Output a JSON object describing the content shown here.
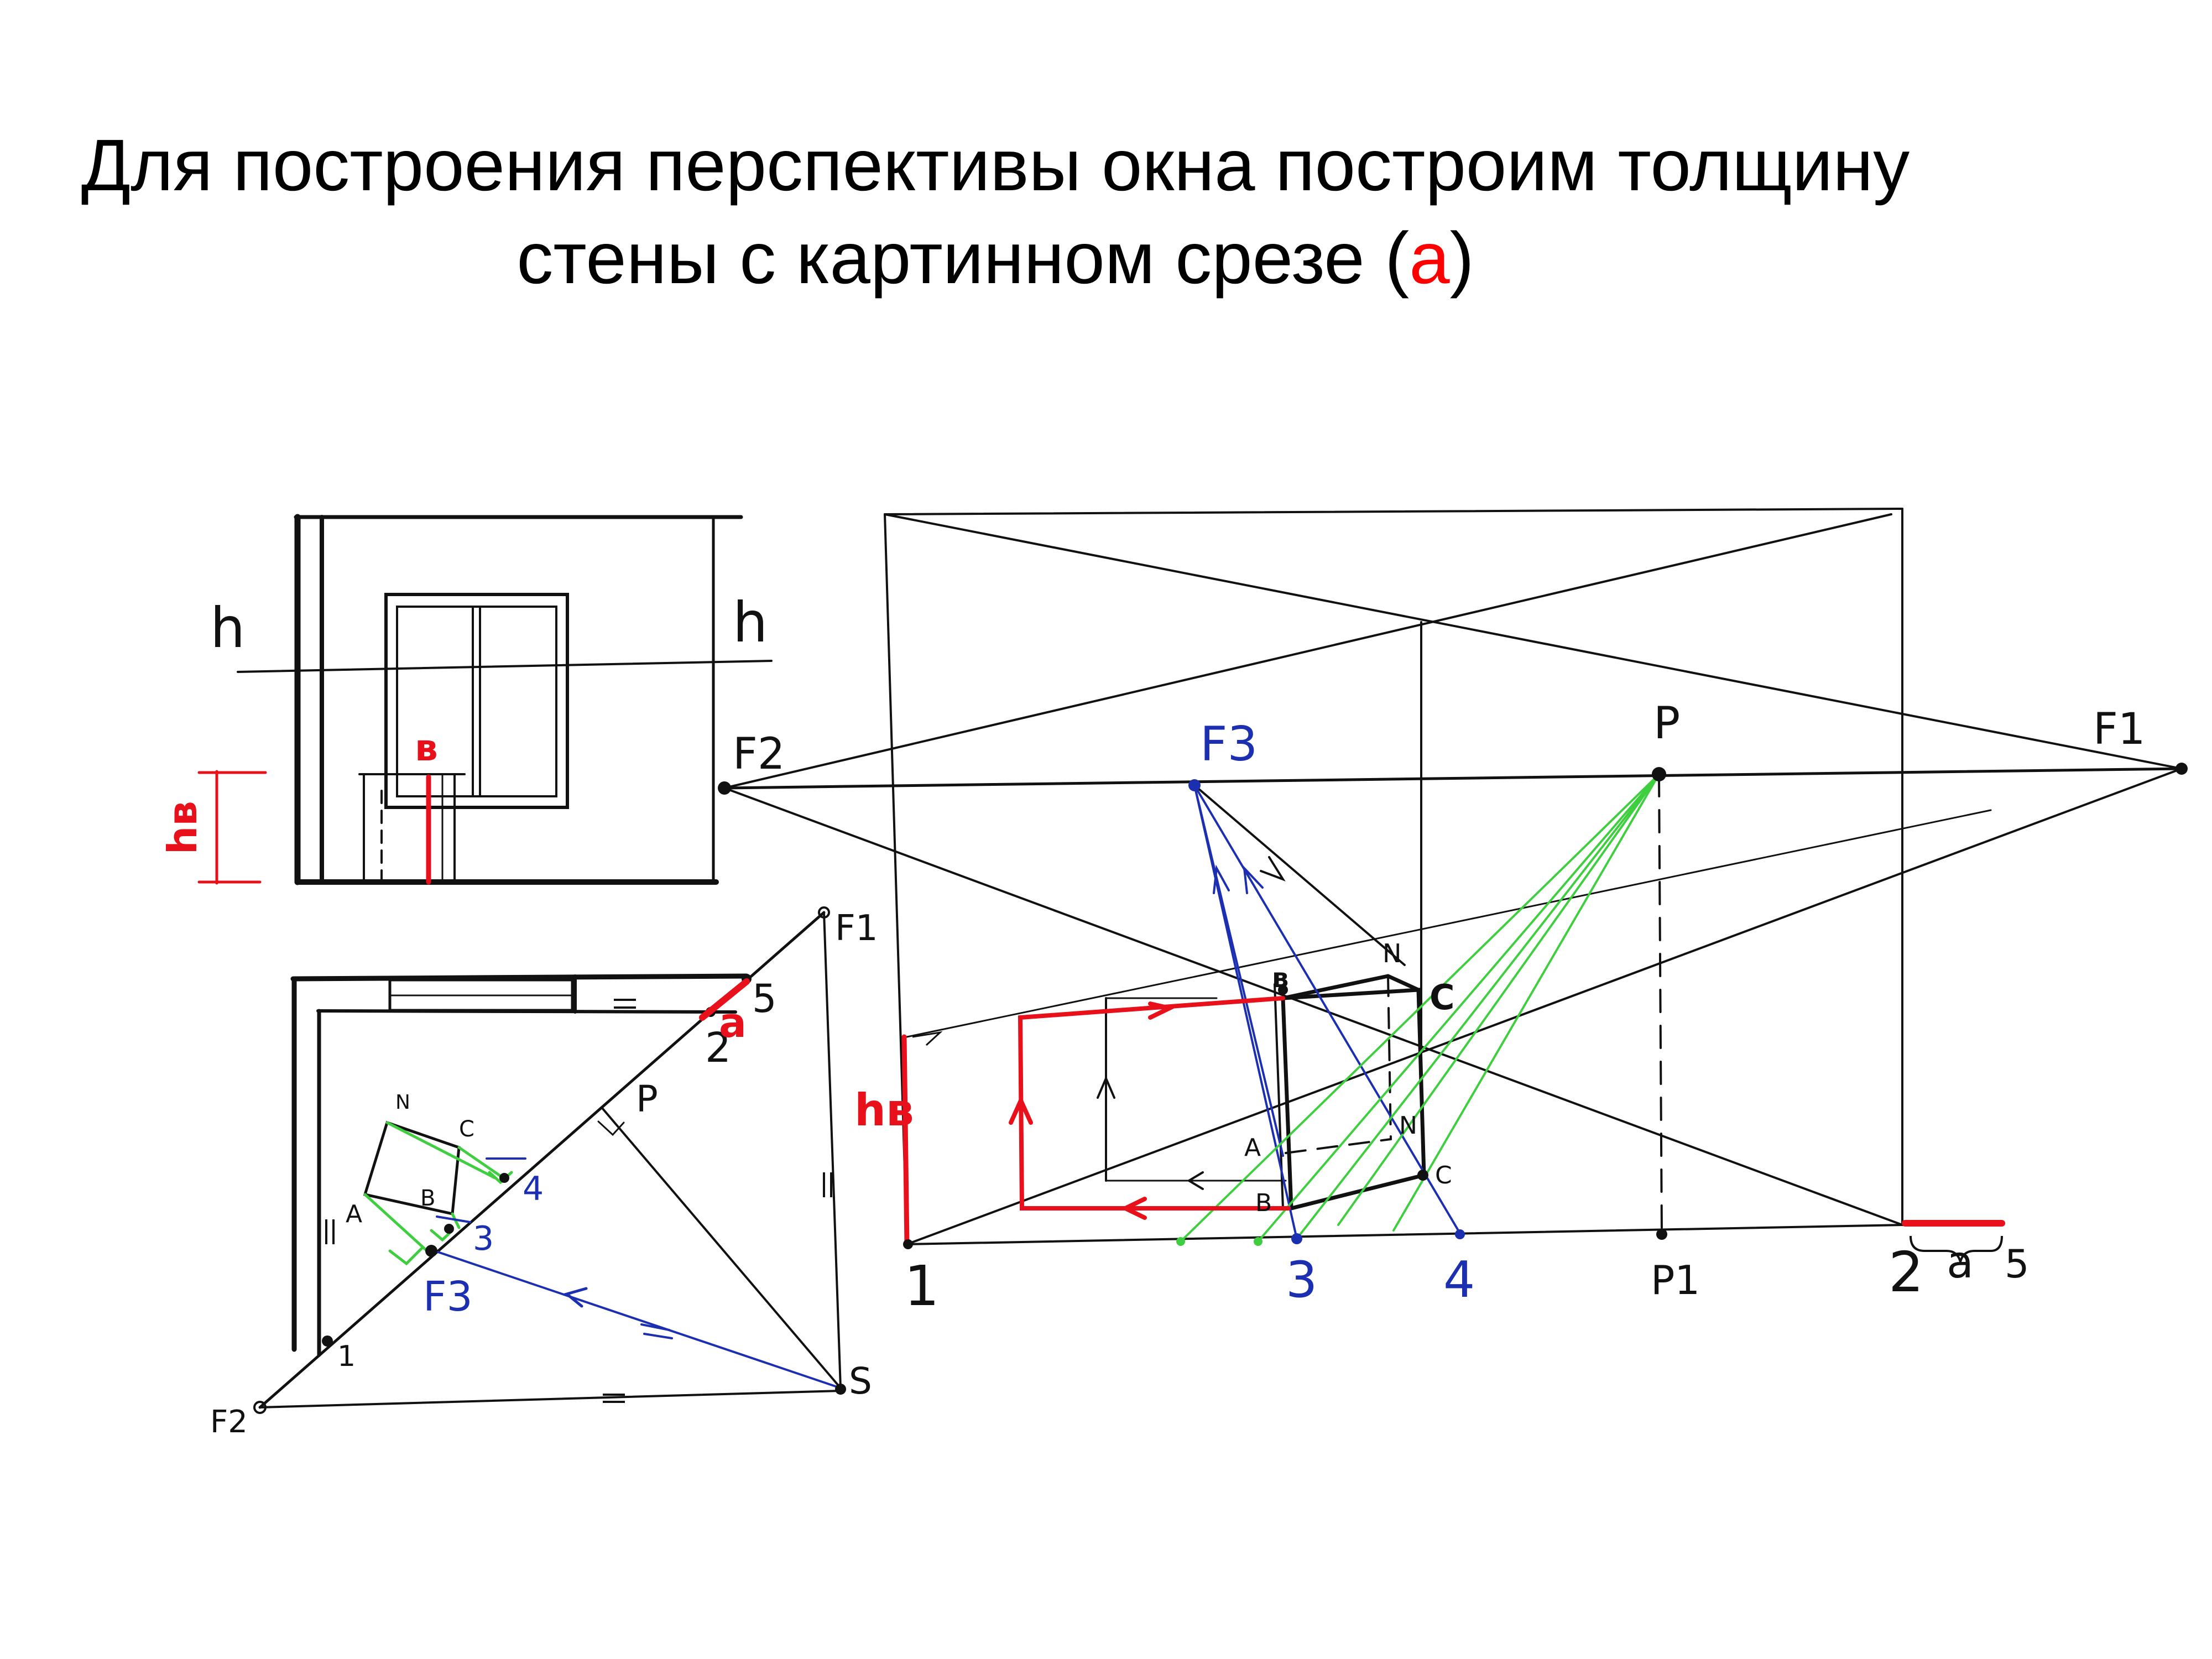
{
  "title": {
    "line1": "Для построения перспективы окна построим толщину",
    "line2_start": "стены с картинном срезе (",
    "line2_red": "а",
    "line2_end": ")"
  },
  "colors": {
    "ink": "#111111",
    "red": "#e8101a",
    "blue": "#1b2fb0",
    "green": "#3fce3f"
  },
  "labels": {
    "elevation": {
      "h_left": "h",
      "h_right": "h",
      "hb": "hв",
      "b": "в"
    },
    "plan": {
      "f1": "F1",
      "f2": "F2",
      "f3": "F3",
      "p": "P",
      "s": "S",
      "n": "N",
      "c": "C",
      "a": "A",
      "b": "B",
      "pt1": "1",
      "pt2": "2",
      "pt3": "3",
      "pt4": "4",
      "pt5": "5",
      "a_red": "а"
    },
    "perspective": {
      "f1": "F1",
      "f2": "F2",
      "f3": "F3",
      "p": "P",
      "p1": "P1",
      "hb": "hв",
      "b_top": "в",
      "n_top": "N",
      "c_top": "C",
      "a": "A",
      "n_mid": "N",
      "b_bottom": "B",
      "c_bottom": "C",
      "pt1": "1",
      "pt2": "2",
      "pt3": "3",
      "pt4": "4",
      "pt5": "5",
      "a_dim": "а"
    }
  }
}
